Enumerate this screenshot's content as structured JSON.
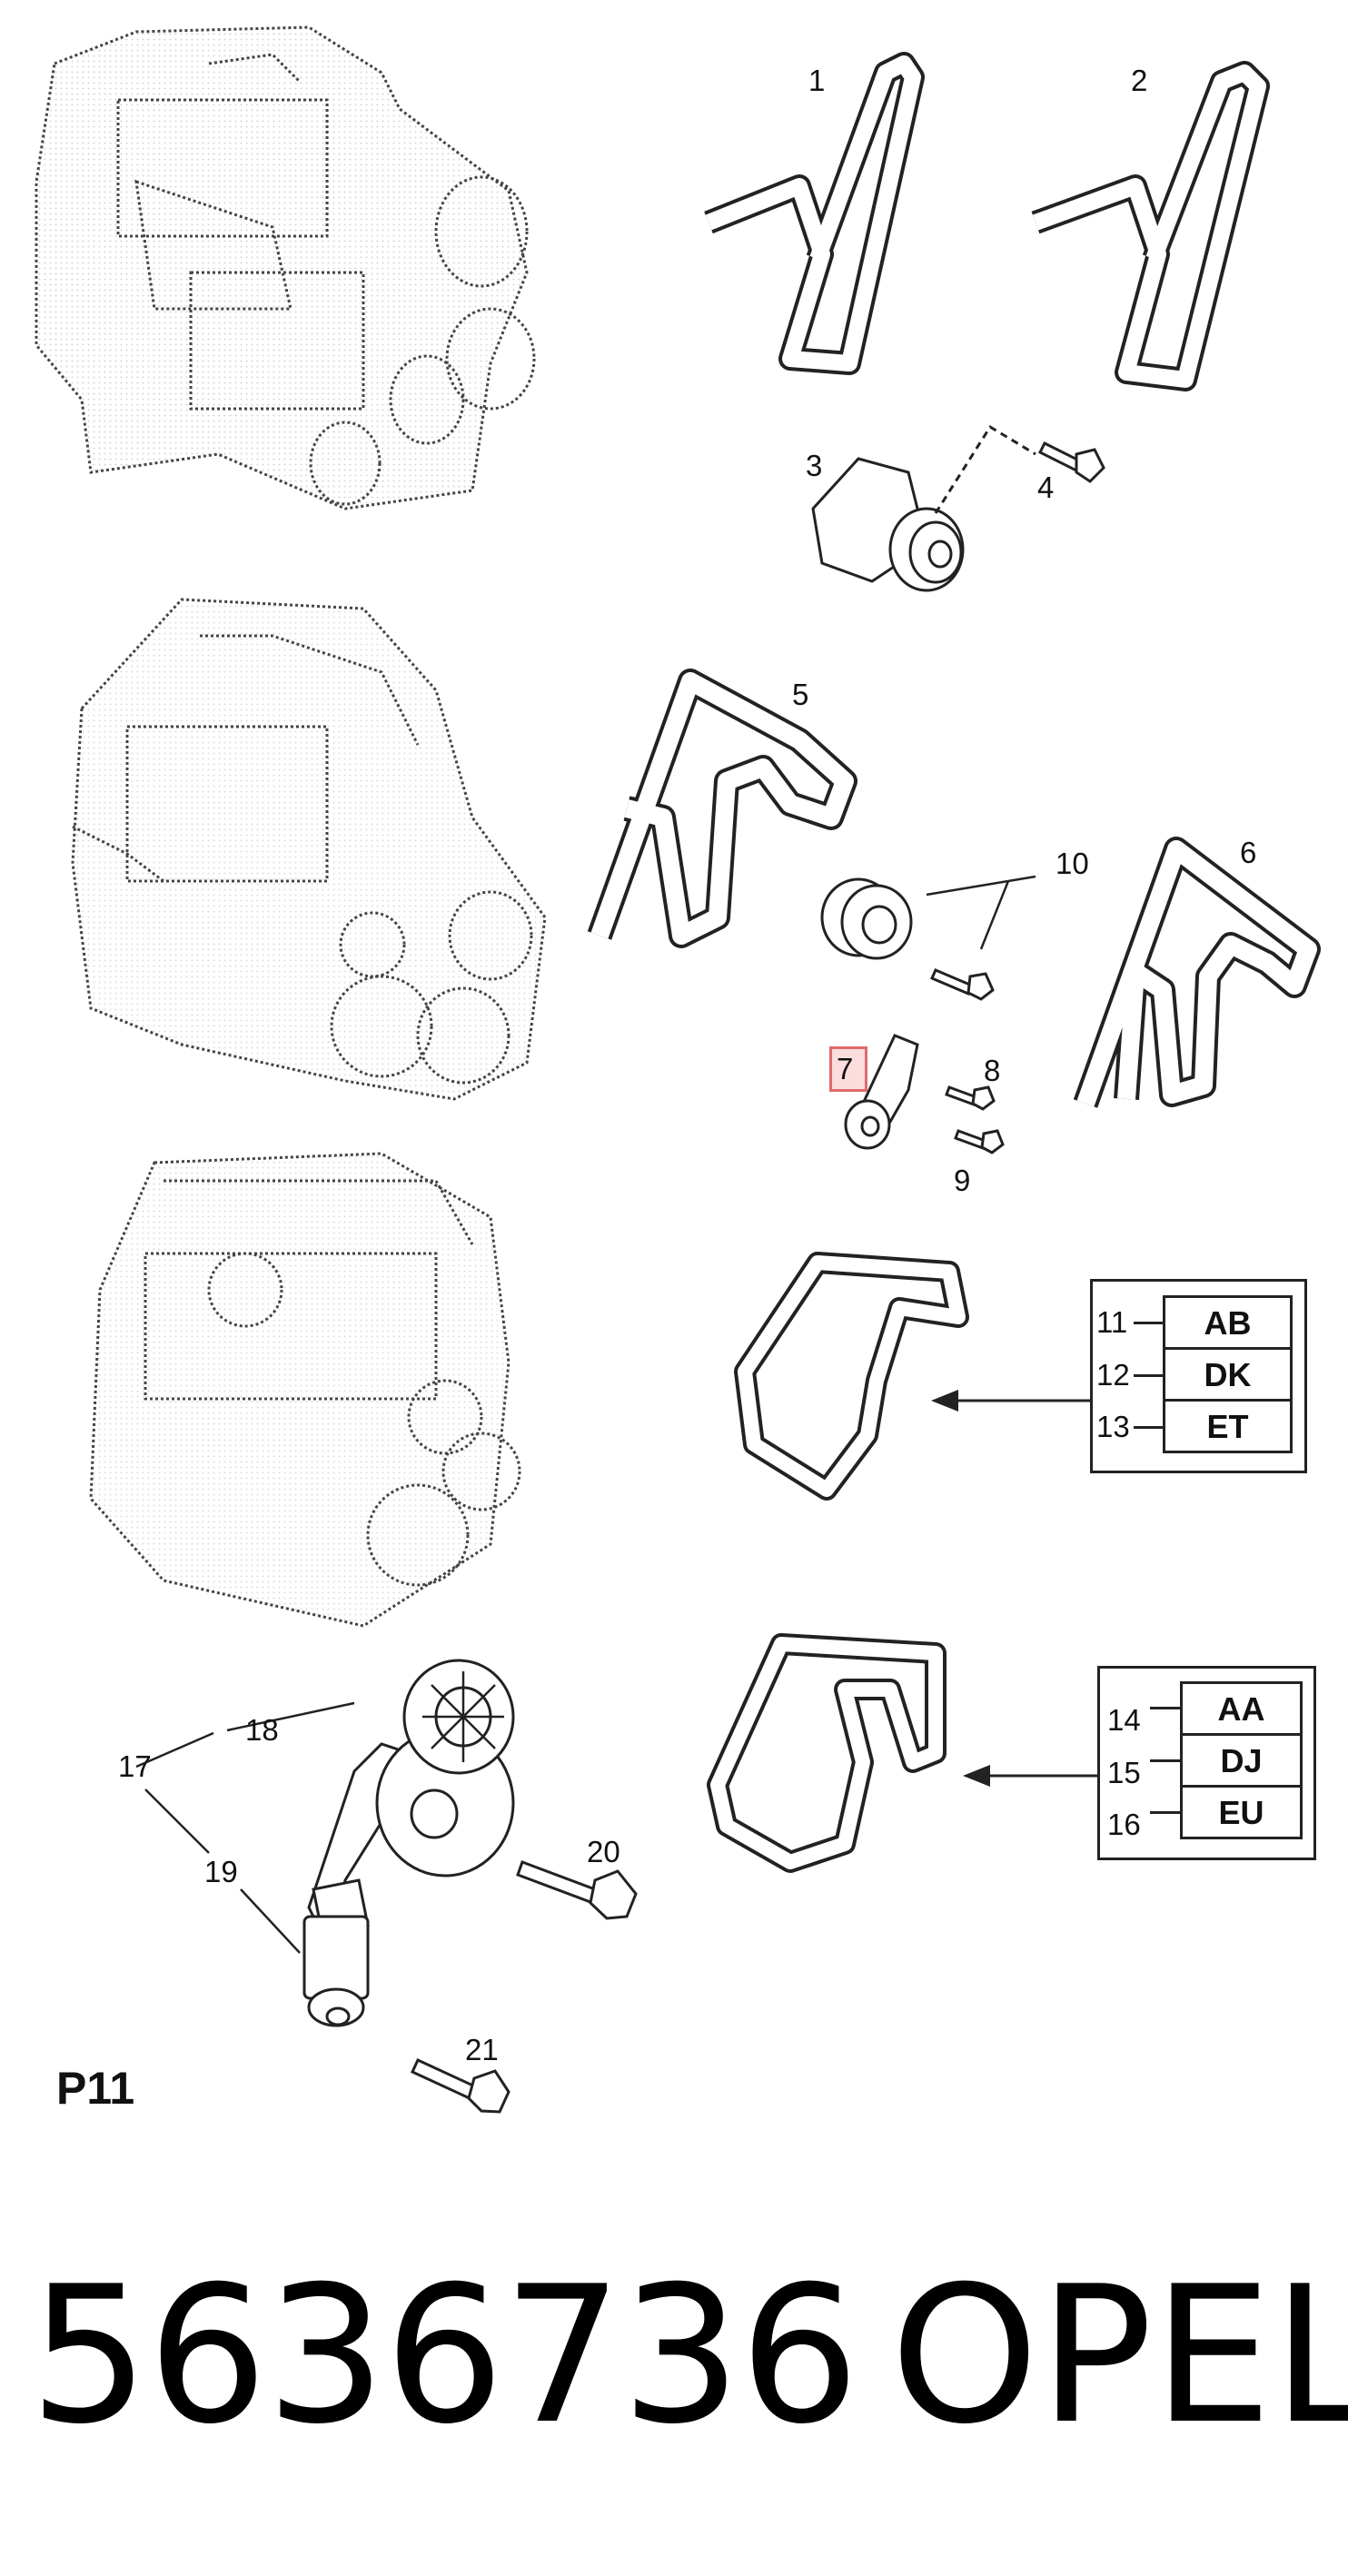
{
  "callouts": {
    "c1": "1",
    "c2": "2",
    "c3": "3",
    "c4": "4",
    "c5": "5",
    "c6": "6",
    "c7": "7",
    "c8": "8",
    "c9": "9",
    "c10": "10",
    "c17": "17",
    "c18": "18",
    "c19": "19",
    "c20": "20",
    "c21": "21"
  },
  "variant_tables": [
    {
      "rows": [
        {
          "num": "11",
          "code": "AB"
        },
        {
          "num": "12",
          "code": "DK"
        },
        {
          "num": "13",
          "code": "ET"
        }
      ]
    },
    {
      "rows": [
        {
          "num": "14",
          "code": "AA"
        },
        {
          "num": "15",
          "code": "DJ"
        },
        {
          "num": "16",
          "code": "EU"
        }
      ]
    }
  ],
  "page_code": "P11",
  "part_number": "5636736",
  "brand": "OPEL",
  "colors": {
    "line": "#222222",
    "highlight": "#e06a6a"
  }
}
